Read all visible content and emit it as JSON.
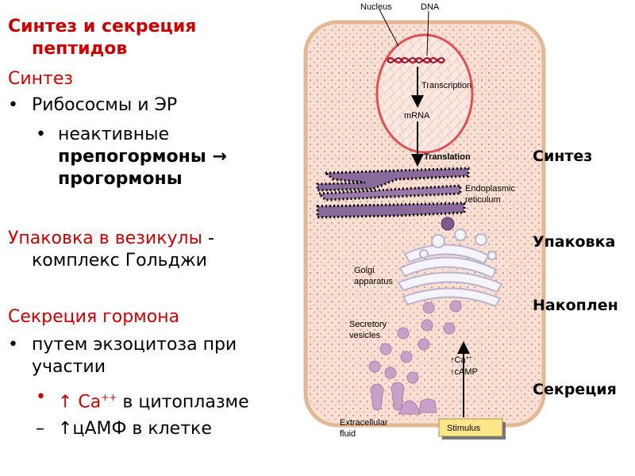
{
  "slide": {
    "title_line1": "Синтез и секреция",
    "title_line2": "пептидов",
    "synthesis": {
      "heading": "Синтез",
      "bullet": "Рибососмы и ЭР",
      "sub_line1": "неактивные",
      "sub_line2": "препогормоны →",
      "sub_line3": "прогормоны"
    },
    "packaging": {
      "heading": "Упаковка в везикулы",
      "dash": " -",
      "line2": "комплекс Гольджи"
    },
    "secretion": {
      "heading": "Секреция гормона",
      "bullet_line1": "путем экзоцитоза при",
      "bullet_line2": "участии",
      "sub1_arrow": "↑ Ca",
      "sub1_sup": "++",
      "sub1_rest": " в цитоплазме",
      "sub2_dash": "–",
      "sub2_text": "↑цАМФ в клетке"
    }
  },
  "diagram": {
    "labels": {
      "nucleus": "Nucleus",
      "dna": "DNA",
      "transcription": "Transcription",
      "mrna": "mRNA",
      "translation": "Translation",
      "er_line1": "Endoplasmic",
      "er_line2": "reticulum",
      "golgi_line1": "Golgi",
      "golgi_line2": "apparatus",
      "vesicles_line1": "Secretory",
      "vesicles_line2": "vesicles",
      "ca": "Ca",
      "ca_sup": "++",
      "camp": "cAMP",
      "extracellular_line1": "Extracellular",
      "extracellular_line2": "fluid",
      "stimulus": "Stimulus"
    },
    "colors": {
      "cell_fill": "#f8e0d4",
      "cell_border": "#e2b893",
      "nucleus_border": "#e05050",
      "er": "#8a6a9a",
      "vesicle": "#c8a0c8",
      "stimulus_box": "#fde68a"
    }
  },
  "stage_labels": {
    "synthesis": "Синтез",
    "packaging": "Упаковка",
    "storage": "Накоплен",
    "secretion": "Секреция"
  }
}
